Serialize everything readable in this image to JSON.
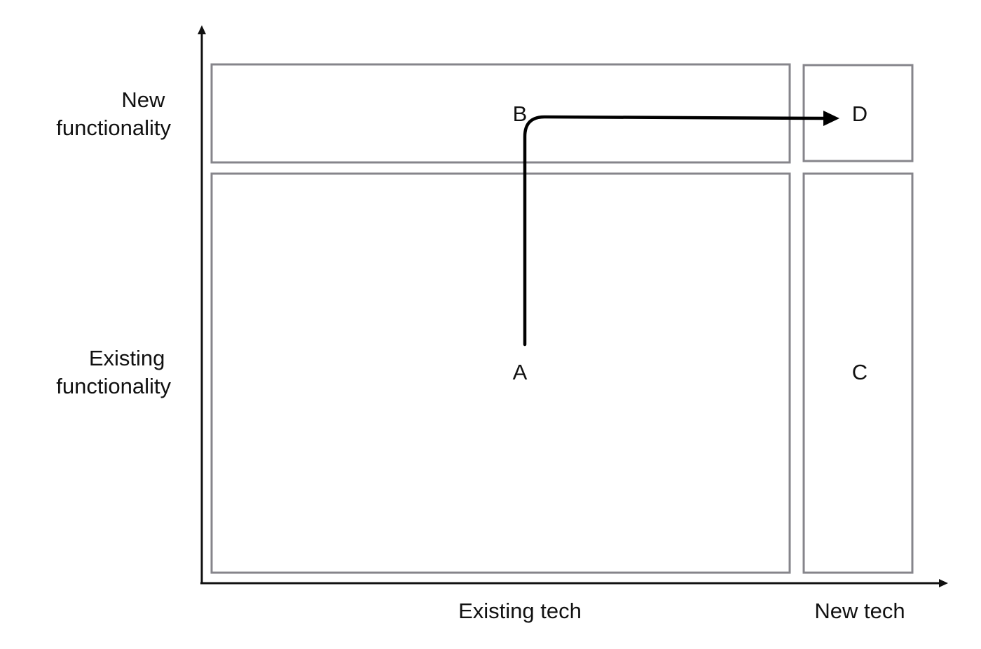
{
  "colors": {
    "axis": "#111111",
    "box_stroke": "#86858b",
    "path": "#000000",
    "text": "#111111"
  },
  "axes": {
    "y_labels": [
      {
        "line1": "New",
        "line2": "functionality"
      },
      {
        "line1": "Existing",
        "line2": "functionality"
      }
    ],
    "x_labels": [
      "Existing tech",
      "New tech"
    ]
  },
  "points": {
    "a": "A",
    "b": "B",
    "c": "C",
    "d": "D"
  },
  "path": {
    "from": "A",
    "via": "B",
    "to": "D"
  }
}
